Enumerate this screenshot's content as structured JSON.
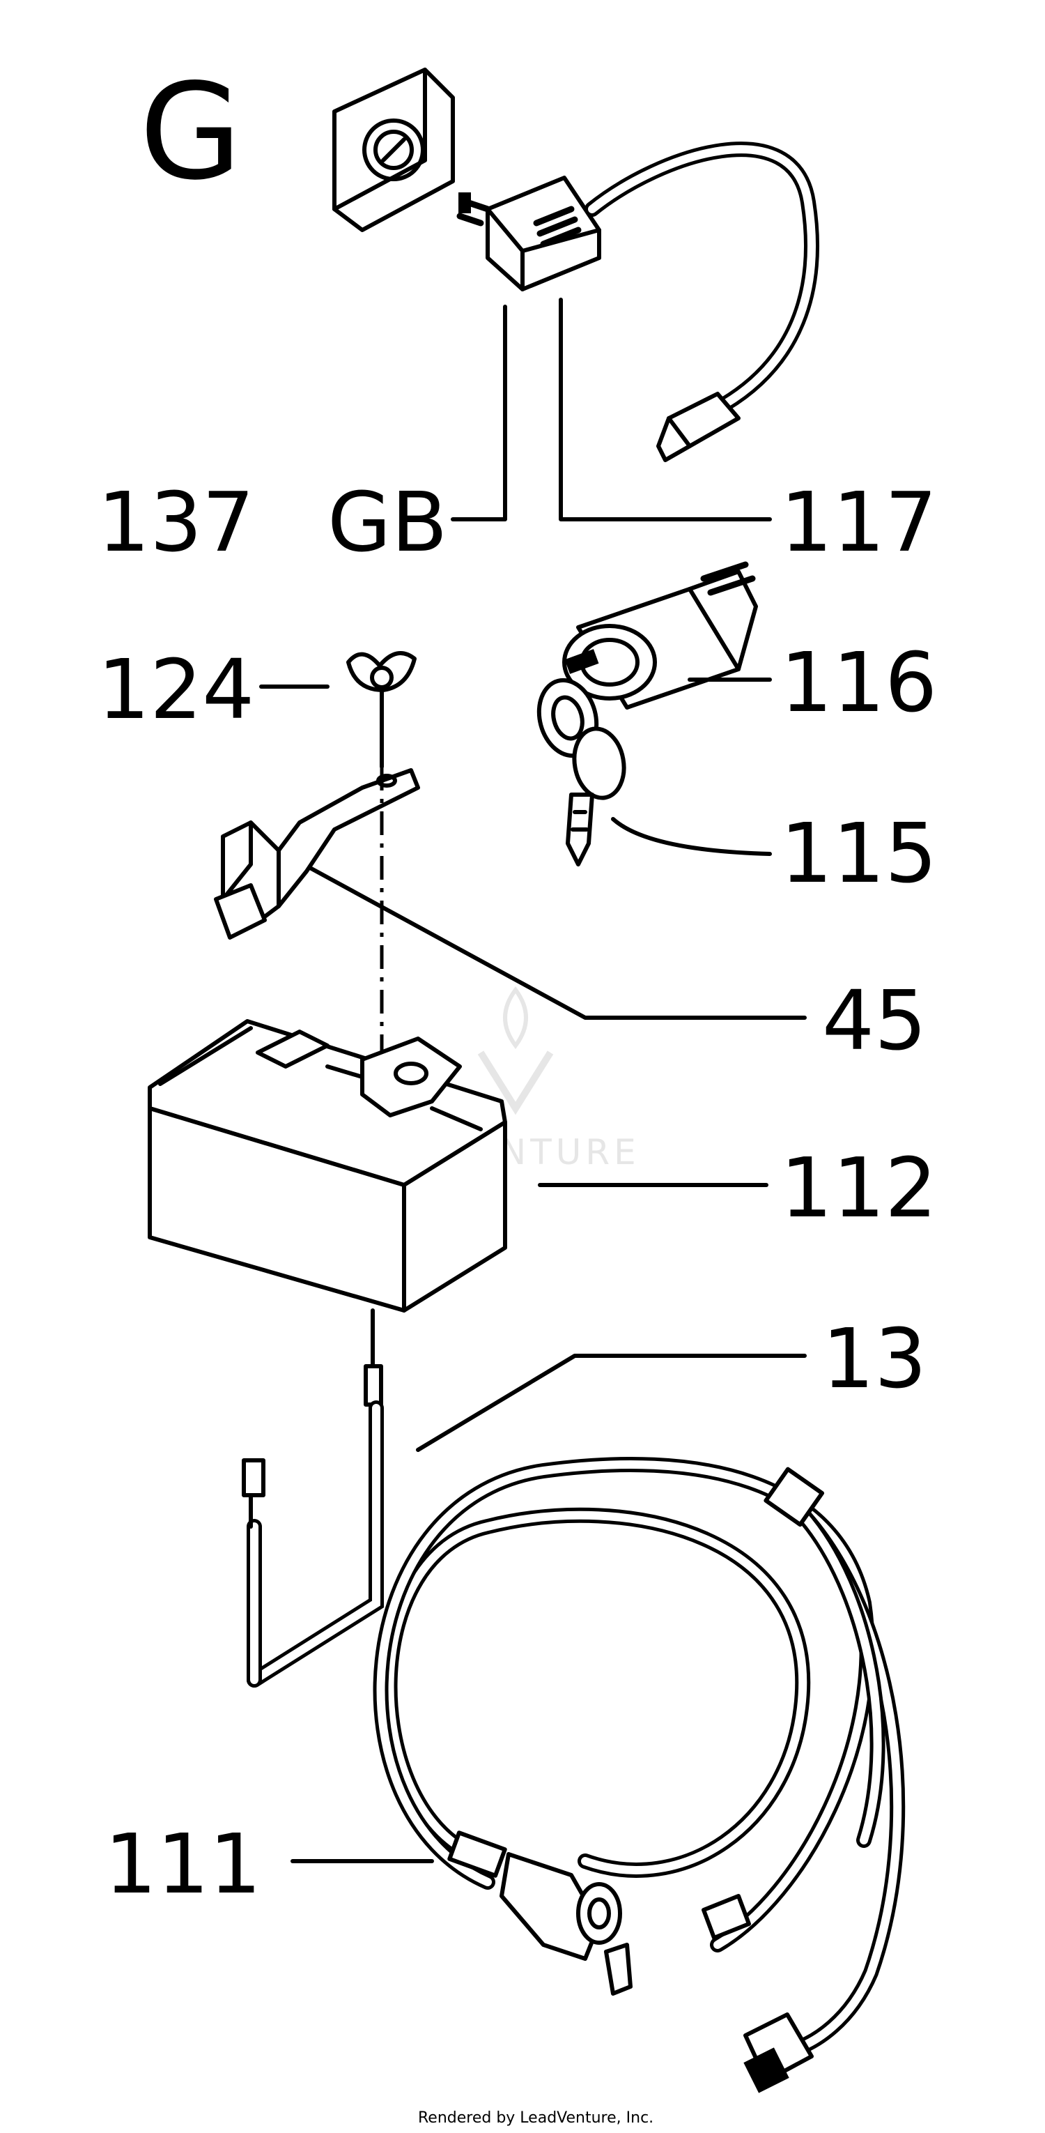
{
  "section_letter": "G",
  "callouts": {
    "c137": "137",
    "cGB": "GB",
    "c117": "117",
    "c124": "124",
    "c116": "116",
    "c115": "115",
    "c45": "45",
    "c112": "112",
    "c13": "13",
    "c111": "111"
  },
  "watermark": "VENTURE",
  "credit": "Rendered by LeadVenture, Inc."
}
